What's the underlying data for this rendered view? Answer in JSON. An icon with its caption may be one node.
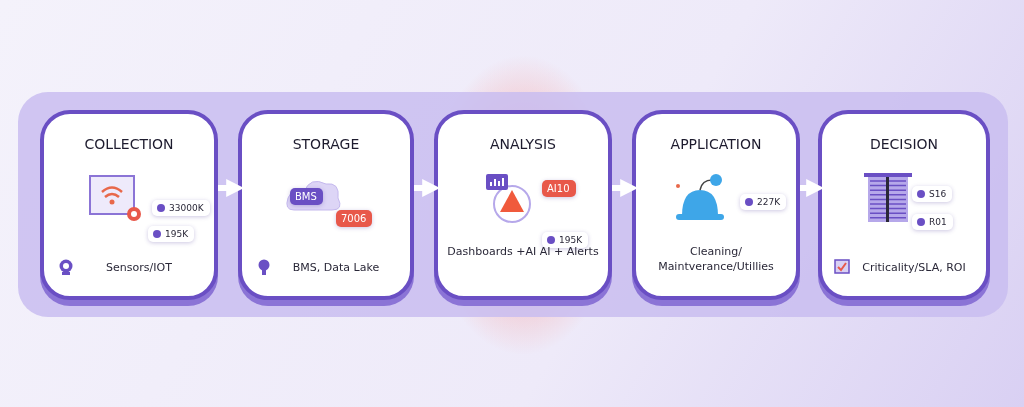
{
  "diagram": {
    "nodes": [
      {
        "text": [
          "COLLECTION",
          "33000K",
          "195K",
          "Sensors/IOT"
        ]
      },
      {
        "text": [
          "STORAGE",
          "BMS",
          "7006",
          "BMS, Data Lake"
        ]
      },
      {
        "text": [
          "ANALYSIS",
          "AI10",
          "195K",
          "Dashboards +AI AI + Alerts"
        ]
      },
      {
        "text": [
          "APPLICATION",
          "227K",
          "Cleaning/ Maintverance/Utillies"
        ]
      },
      {
        "text": [
          "DECISION",
          "S16",
          "R01",
          "Criticality/SLA, ROI"
        ]
      }
    ],
    "edges": [
      {
        "from": 0,
        "to": 1,
        "arrow": "to"
      },
      {
        "from": 1,
        "to": 2,
        "arrow": "to"
      },
      {
        "from": 2,
        "to": 3,
        "arrow": "to"
      },
      {
        "from": 3,
        "to": 4,
        "arrow": "to"
      }
    ]
  }
}
